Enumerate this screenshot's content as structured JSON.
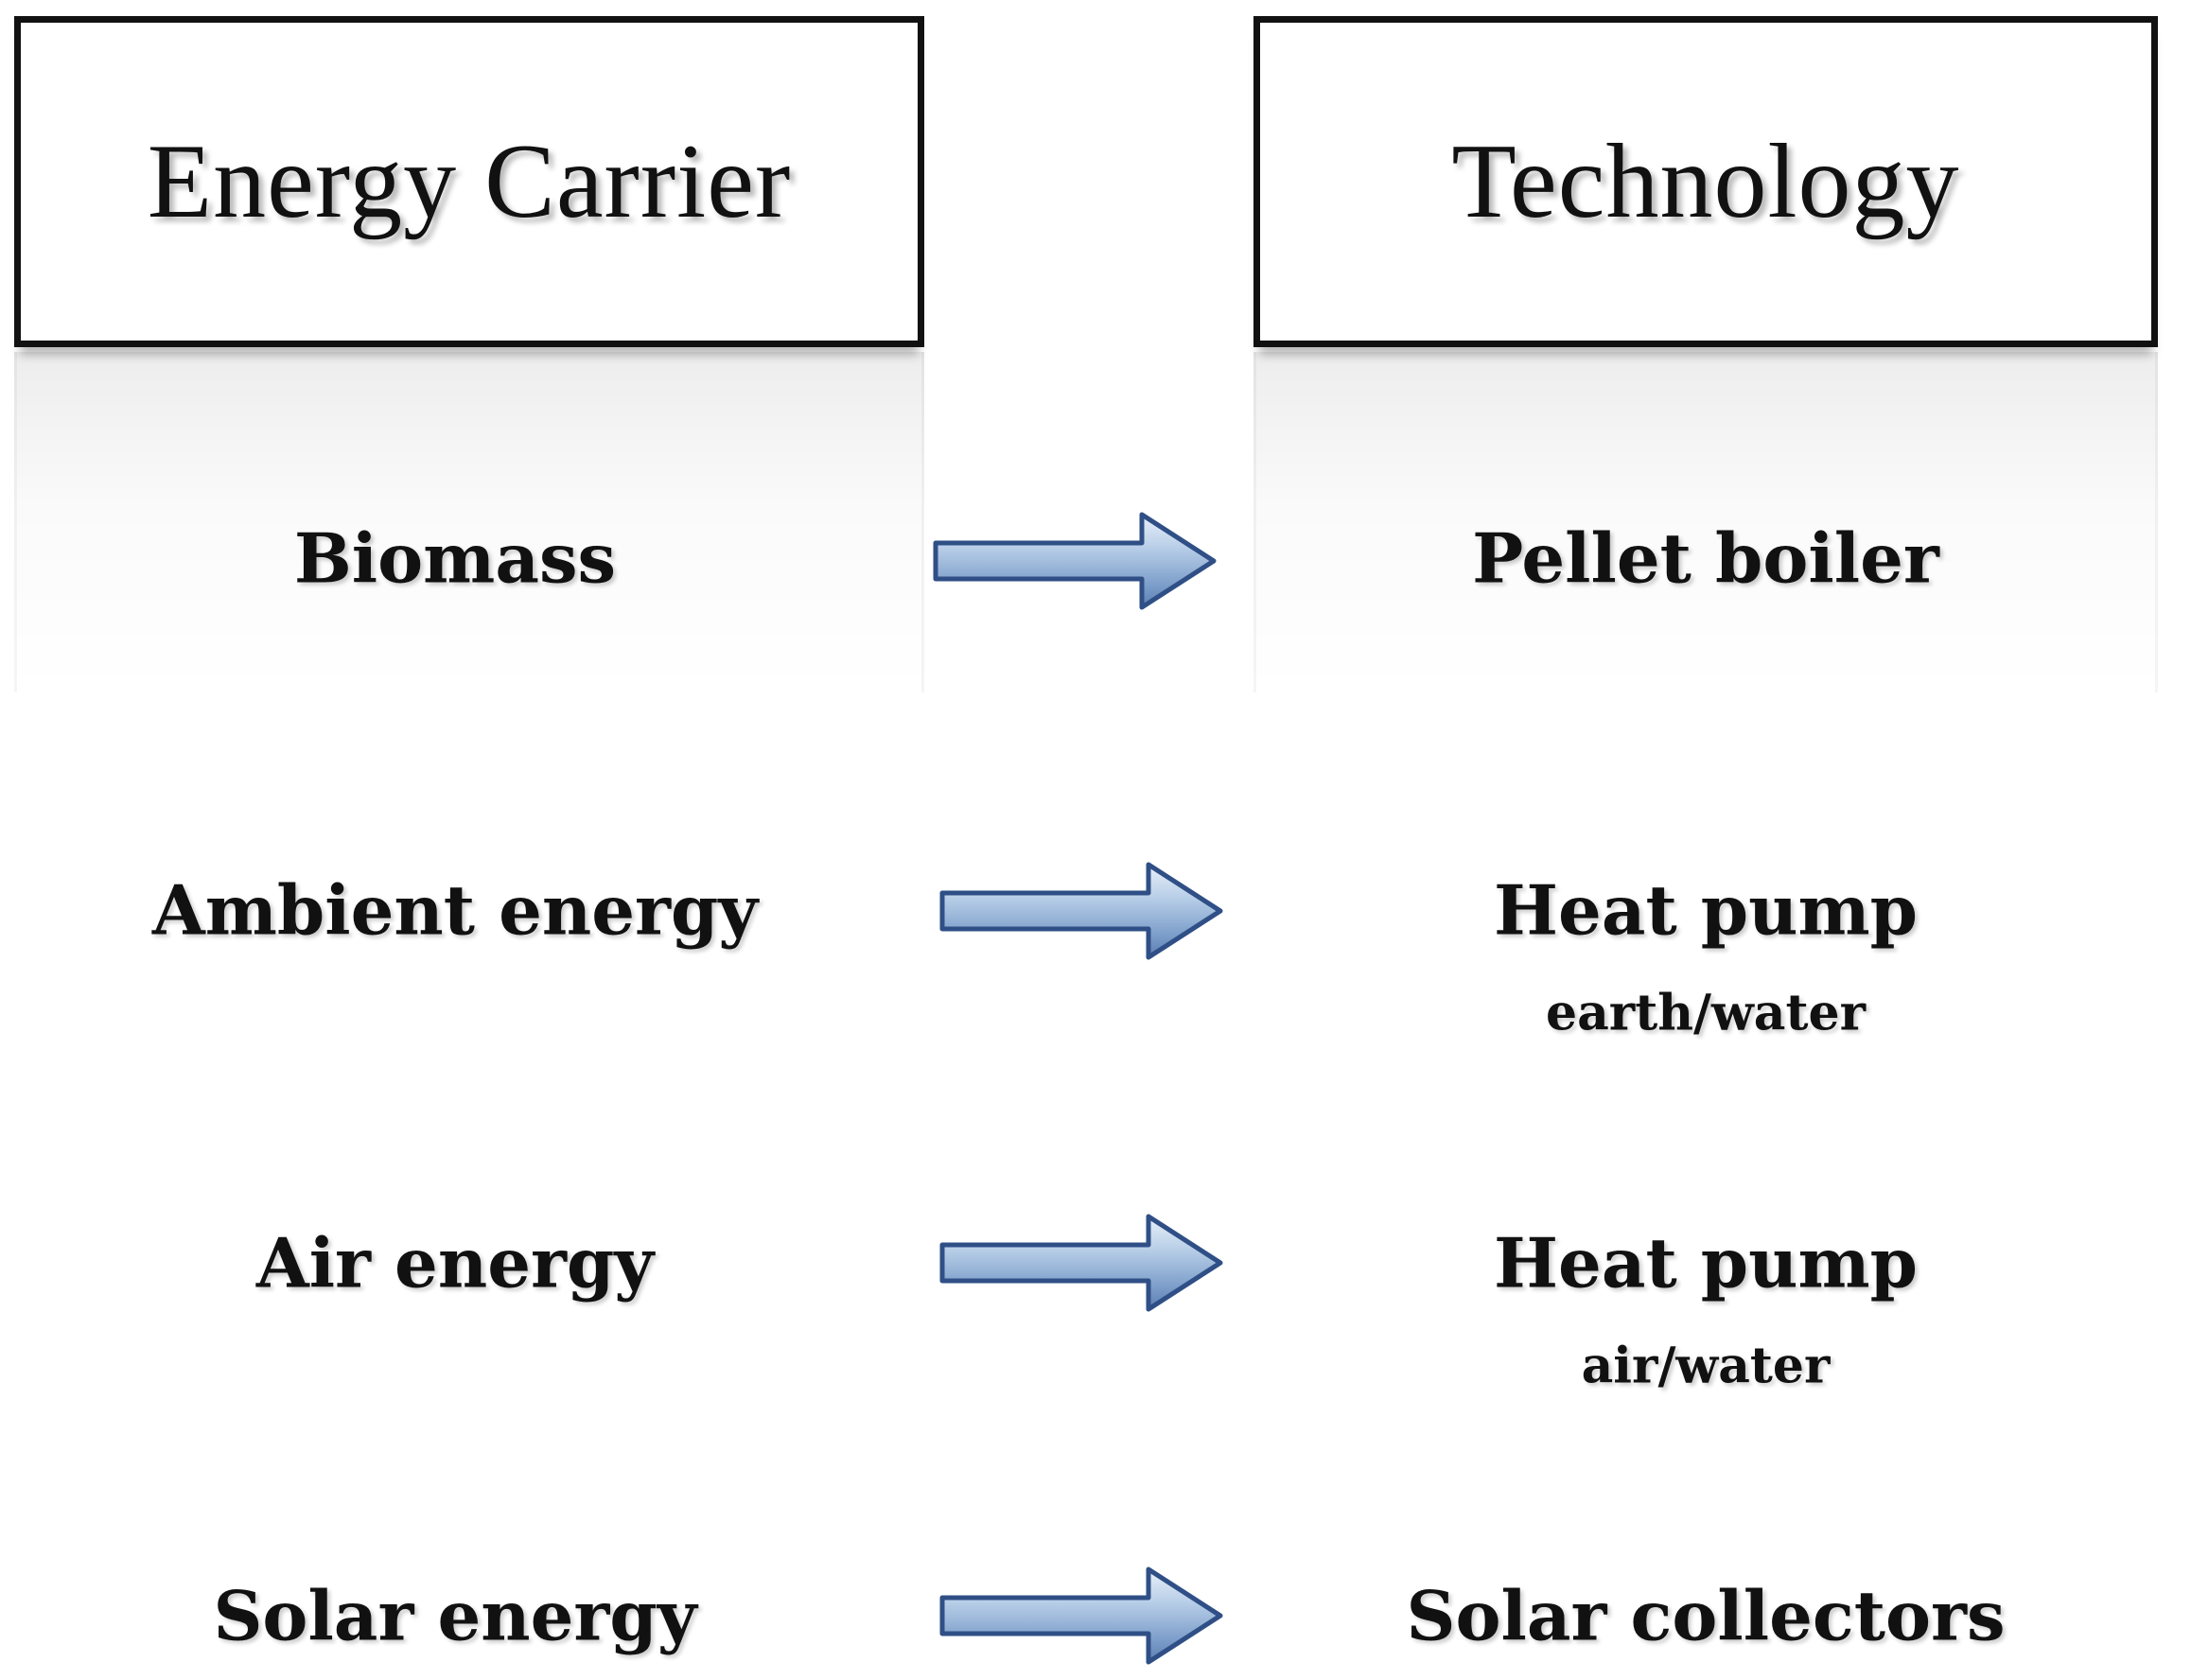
{
  "headers": {
    "left": "Energy Carrier",
    "right": "Technology"
  },
  "rows": [
    {
      "carrier": "Biomass",
      "technology": "Pellet boiler",
      "subtype": ""
    },
    {
      "carrier": "Ambient energy",
      "technology": "Heat pump",
      "subtype": "earth/water"
    },
    {
      "carrier": "Air energy",
      "technology": "Heat pump",
      "subtype": "air/water"
    },
    {
      "carrier": "Solar energy",
      "technology": "Solar collectors",
      "subtype": ""
    }
  ],
  "colors": {
    "arrow_light": "#d6e4f2",
    "arrow_mid": "#8fb0d6",
    "arrow_dark": "#2f4f86"
  }
}
